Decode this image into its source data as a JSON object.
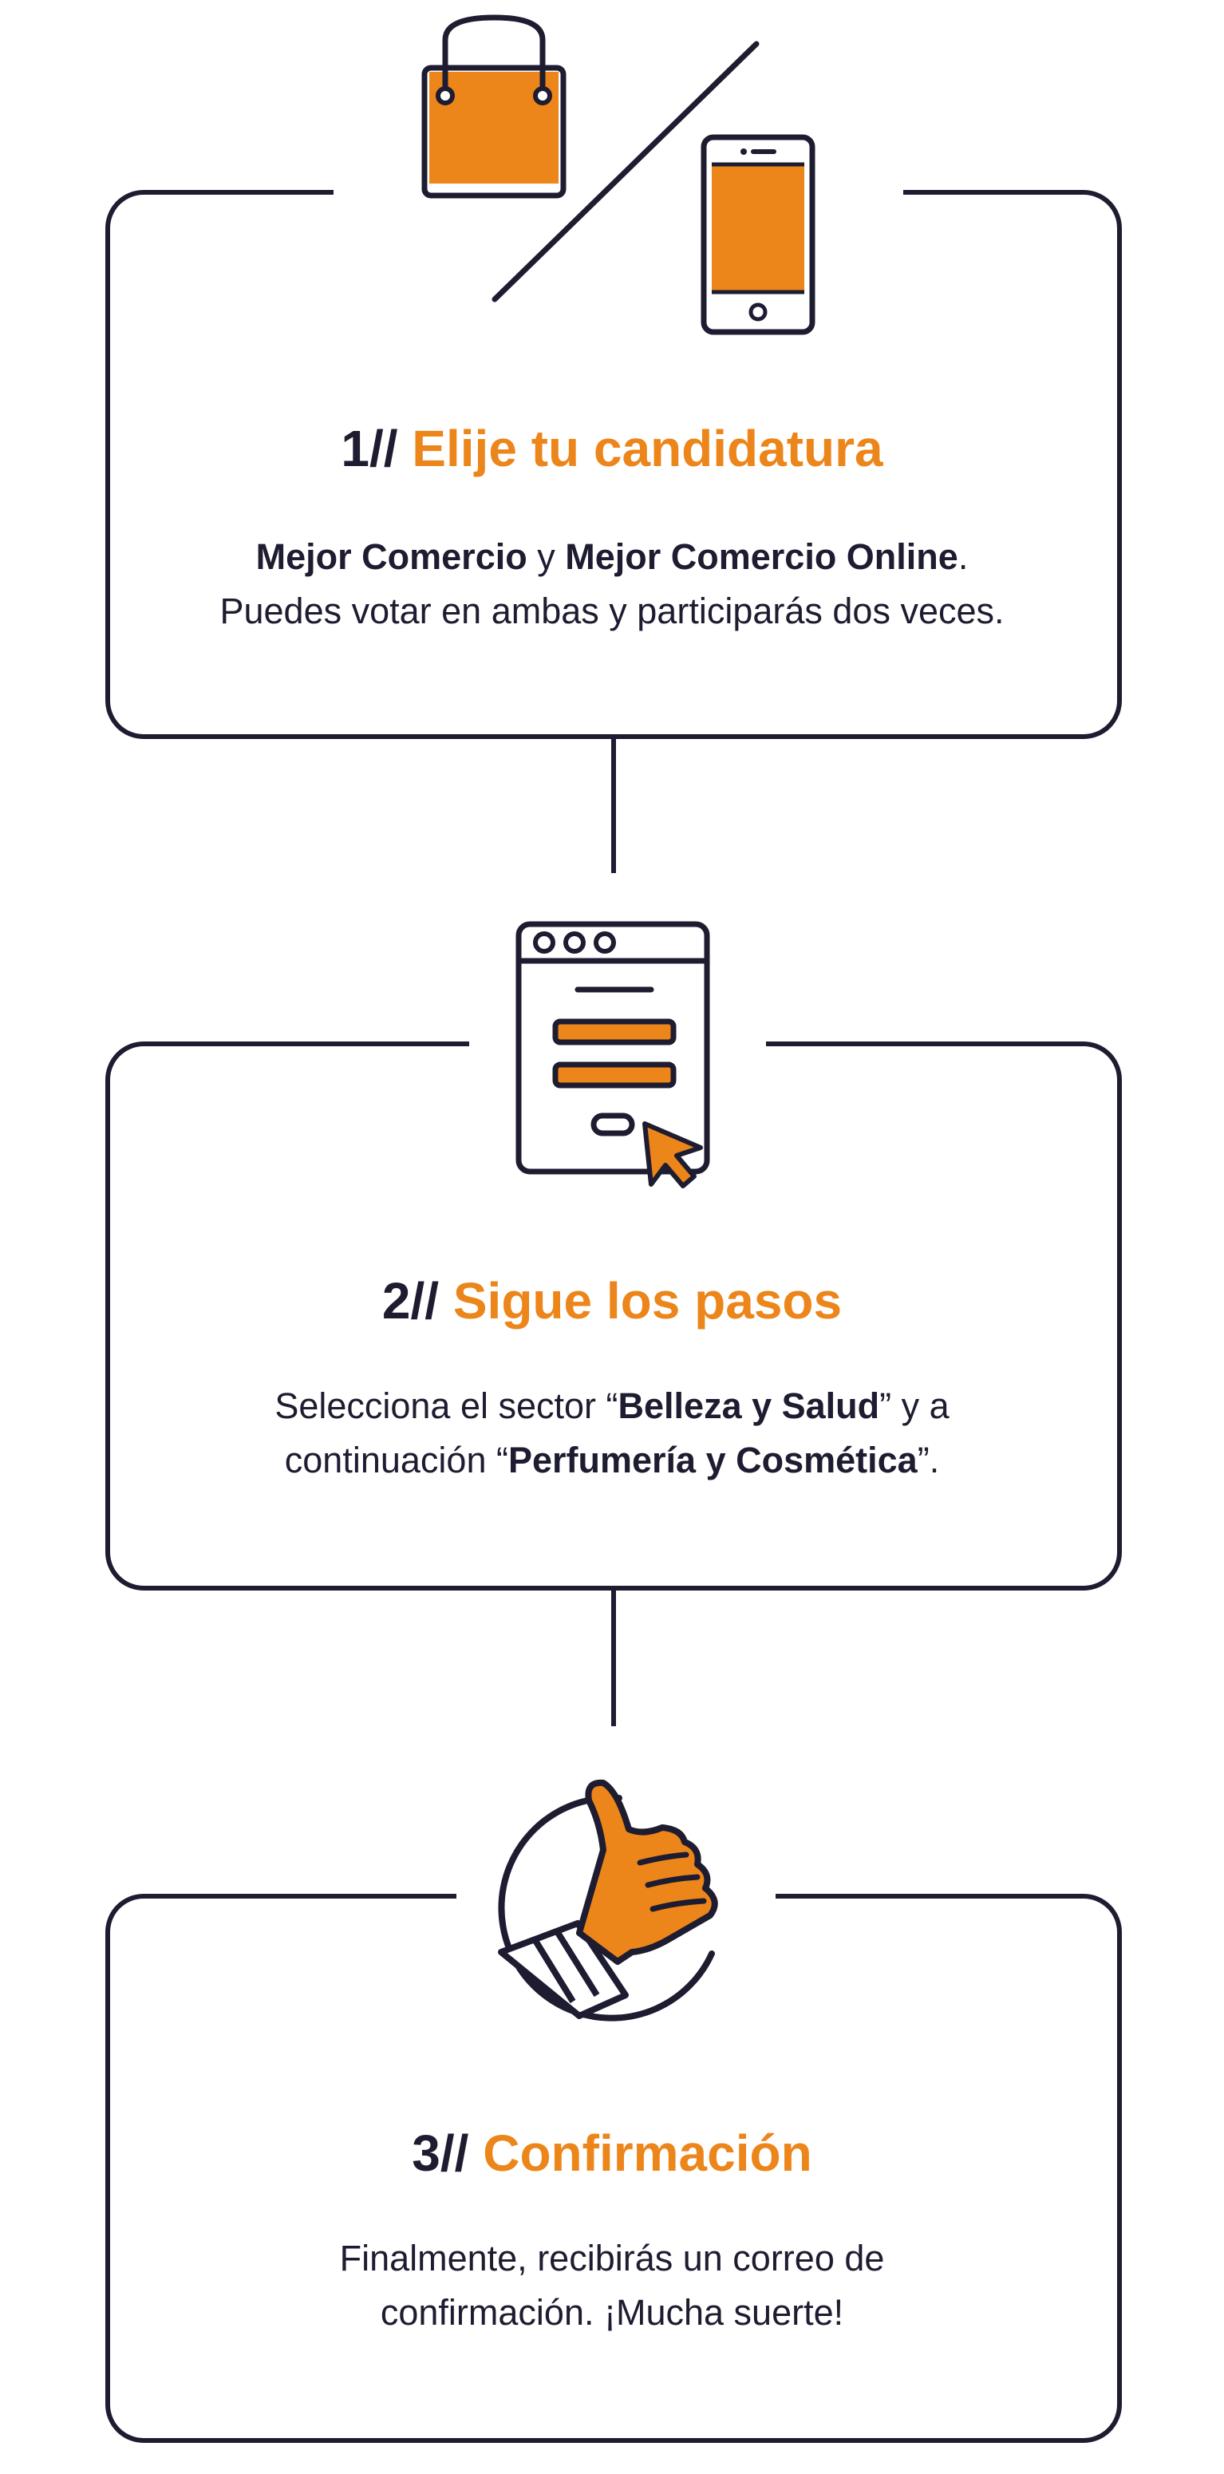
{
  "colors": {
    "accent": "#ec851a",
    "ink": "#1d1c30",
    "background": "#ffffff"
  },
  "steps": [
    {
      "icon": "shopping-bag-and-smartphone-icon",
      "number": "1//",
      "title": "Elije tu candidatura",
      "line1": {
        "b1": "Mejor Comercio",
        "t1": " y ",
        "b2": "Mejor Comercio Online",
        "t2": "."
      },
      "line2": "Puedes votar en ambas y participarás dos veces."
    },
    {
      "icon": "web-form-cursor-icon",
      "number": "2//",
      "title": "Sigue los pasos",
      "line1": {
        "t1": "Selecciona el sector “",
        "b1": "Belleza y Salud",
        "t2": "” y a"
      },
      "line2": {
        "t1": "continuación “",
        "b1": "Perfumería y Cosmética",
        "t2": "”."
      }
    },
    {
      "icon": "thumbs-up-icon",
      "number": "3//",
      "title": "Confirmación",
      "line1": "Finalmente, recibirás un correo de",
      "line2": "confirmación. ¡Mucha suerte!"
    }
  ]
}
